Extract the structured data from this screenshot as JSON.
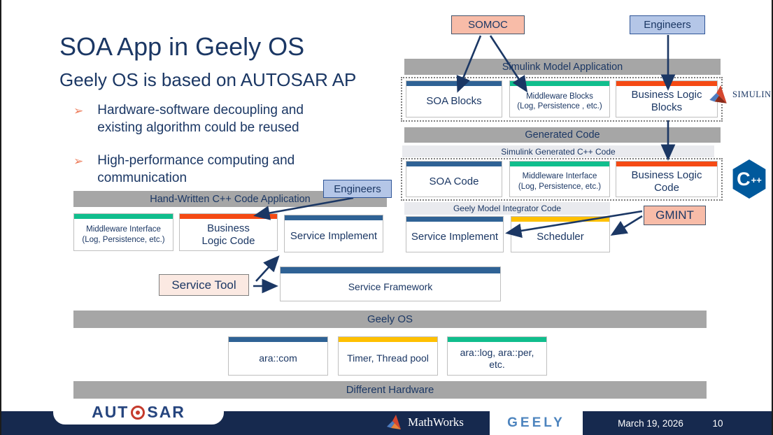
{
  "slide": {
    "title": "SOA App in Geely OS",
    "subtitle": "Geely OS is based on AUTOSAR AP",
    "bullets": [
      {
        "text": "Hardware-software decoupling and existing algorithm could be reused"
      },
      {
        "text": "High-performance computing and communication"
      }
    ]
  },
  "icons": {
    "bullet": "➢"
  },
  "callouts": {
    "somoc": {
      "label": "SOMOC"
    },
    "engineers_top": {
      "label": "Engineers"
    },
    "engineers_left": {
      "label": "Engineers"
    },
    "gmint": {
      "label": "GMINT"
    },
    "service_tool": {
      "label": "Service Tool"
    }
  },
  "bars": {
    "simulink_model_app": "Simulink Model Application",
    "generated_code": "Generated Code",
    "simulink_generated": "Simulink Generated C++ Code",
    "geely_model_integrator": "Geely Model Integrator Code",
    "hand_written": "Hand-Written C++ Code Application",
    "geely_os": "Geely OS",
    "different_hardware": "Different Hardware"
  },
  "boxes": {
    "soa_blocks": {
      "label": "SOA Blocks"
    },
    "middleware_blocks": {
      "label": "Middleware Blocks",
      "sub": "(Log, Persistence , etc.)"
    },
    "business_logic_blocks": {
      "label": "Business Logic Blocks"
    },
    "soa_code": {
      "label": "SOA Code"
    },
    "middleware_interface": {
      "label": "Middleware Interface",
      "sub": "(Log, Persistence, etc.)"
    },
    "business_logic_code": {
      "label": "Business Logic Code"
    },
    "service_implement_right": {
      "label": "Service Implement"
    },
    "scheduler": {
      "label": "Scheduler"
    },
    "middleware_interface_left": {
      "label": "Middleware Interface",
      "sub": "(Log, Persistence, etc.)"
    },
    "business_logic_code_left": {
      "label": "Business Logic Code"
    },
    "service_implement_left": {
      "label": "Service Implement"
    },
    "service_framework": {
      "label": "Service Framework"
    },
    "ara_com": {
      "label": "ara::com"
    },
    "timer_thread_pool": {
      "label": "Timer, Thread pool"
    },
    "ara_log_per": {
      "label": "ara::log, ara::per, etc."
    }
  },
  "logos": {
    "simulink": "SIMULINK",
    "cpp_c": "C",
    "cpp_plus": "++",
    "autosar_left": "AUT",
    "autosar_right": "SAR",
    "mathworks": "MathWorks",
    "geely": "GEELY"
  },
  "footer": {
    "date": "March 19, 2026",
    "page": "10"
  },
  "colors": {
    "navy": "#1B3764",
    "accent_blue": "#2F6295",
    "accent_green": "#10BE8D",
    "accent_orange": "#F54A14",
    "accent_yellow": "#FFC000",
    "bar_gray": "#A6A6A6",
    "bar_light": "#E9EAEE",
    "callout_salmon": "#F8BCA8",
    "callout_periwinkle": "#B4C6E7",
    "callout_pink": "#FBE9E2",
    "footer_navy": "#16294E",
    "geely_blue": "#4D84BE",
    "bullet_coral": "#ED7D5B",
    "cpp_blue": "#00599C"
  }
}
